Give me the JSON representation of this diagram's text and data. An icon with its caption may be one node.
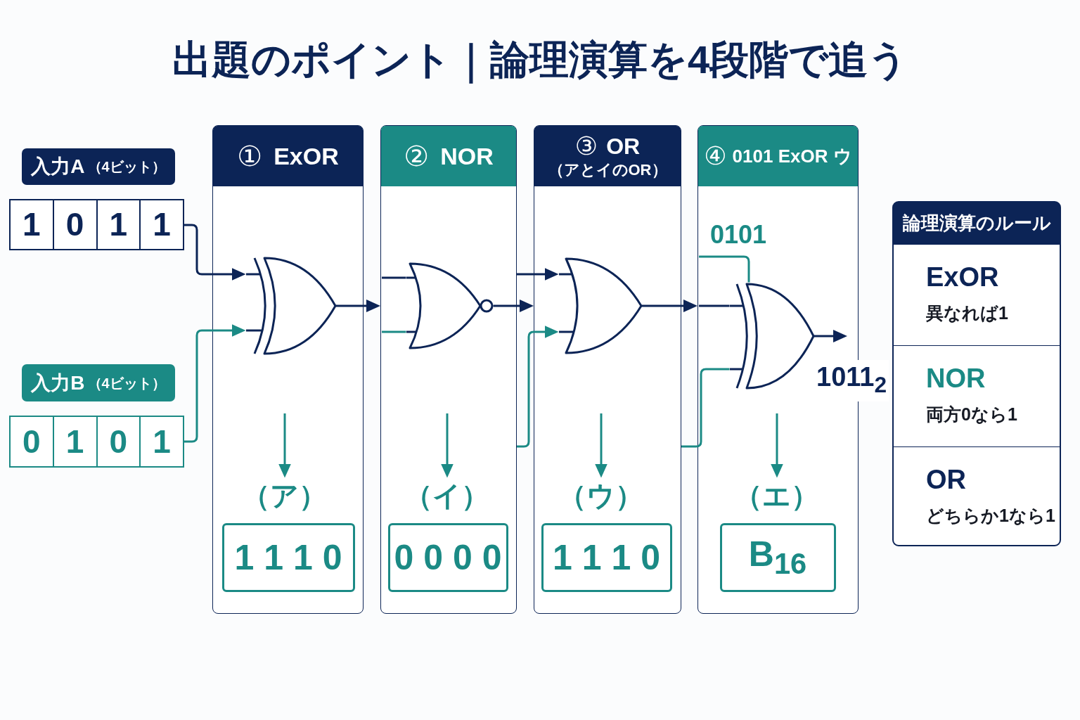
{
  "diagram": {
    "title": "出題のポイント｜論理演算を4段階で追う",
    "nodes": [
      {
        "text": [
          "入力A",
          "（4ビット）"
        ]
      },
      {
        "text": [
          "1",
          "0",
          "1",
          "1"
        ]
      },
      {
        "text": [
          "入力B",
          "（4ビット）"
        ]
      },
      {
        "text": [
          "0",
          "1",
          "0",
          "1"
        ]
      },
      {
        "text": [
          "①",
          "ExOR"
        ]
      },
      {
        "text": [],
        "shape": "gate",
        "in": 4
      },
      {
        "text": [
          "（ア）"
        ],
        "in": 4
      },
      {
        "text": [
          "1 1 1 0"
        ],
        "in": 4
      },
      {
        "text": [
          "②",
          "NOR"
        ]
      },
      {
        "text": [],
        "shape": "gate",
        "in": 8
      },
      {
        "text": [
          "（イ）"
        ],
        "in": 8
      },
      {
        "text": [
          "0 0 0 0"
        ],
        "in": 8
      },
      {
        "text": [
          "③",
          "OR",
          "（アとイのOR）"
        ]
      },
      {
        "text": [],
        "shape": "gate",
        "in": 12
      },
      {
        "text": [
          "（ウ）"
        ],
        "in": 12
      },
      {
        "text": [
          "1 1 1 0"
        ],
        "in": 12
      },
      {
        "text": [
          "④",
          "0101 ExOR ウ"
        ]
      },
      {
        "text": [],
        "shape": "gate",
        "in": 16
      },
      {
        "text": [
          "（エ）"
        ],
        "in": 16
      },
      {
        "text": [
          "B$_{16}$"
        ],
        "in": 16
      },
      {
        "text": [
          "論理演算のルール"
        ]
      },
      {
        "text": [
          "ExOR",
          "異なれば1"
        ],
        "in": 20
      },
      {
        "text": [
          "NOR",
          "両方0なら1"
        ],
        "in": 20
      },
      {
        "text": [
          "OR",
          "どちらか1なら1"
        ],
        "in": 20
      }
    ],
    "edges": [
      {
        "from": 1,
        "to": 5,
        "arrow": "to",
        "color": "#0c2456"
      },
      {
        "from": 3,
        "to": 5,
        "arrow": "to"
      },
      {
        "from": 5,
        "to": 8,
        "arrow": "to",
        "color": "#0c2456"
      },
      {
        "from": null,
        "to": 9,
        "arrow": "none",
        "color": "#0c2456"
      },
      {
        "from": null,
        "to": 9,
        "arrow": "none"
      },
      {
        "from": 9,
        "to": 12,
        "arrow": "to",
        "color": "#0c2456"
      },
      {
        "from": 8,
        "to": 13,
        "arrow": "to",
        "color": "#0c2456"
      },
      {
        "from": 8,
        "to": 13,
        "arrow": "to"
      },
      {
        "from": 13,
        "to": 16,
        "arrow": "to",
        "color": "#0c2456"
      },
      {
        "from": null,
        "to": 17,
        "arrow": "none",
        "label": "0101"
      },
      {
        "from": null,
        "to": 17,
        "arrow": "none",
        "color": "#0c2456"
      },
      {
        "from": 12,
        "to": 17,
        "arrow": "none"
      },
      {
        "from": 17,
        "to": null,
        "arrow": "to",
        "color": "#0c2456"
      },
      {
        "from": null,
        "to": 6,
        "arrow": "to"
      },
      {
        "from": null,
        "to": 10,
        "arrow": "to"
      },
      {
        "from": null,
        "to": 14,
        "arrow": "to"
      },
      {
        "from": null,
        "to": 18,
        "arrow": "to"
      }
    ],
    "labels": [
      "1011$_{2}$"
    ]
  }
}
